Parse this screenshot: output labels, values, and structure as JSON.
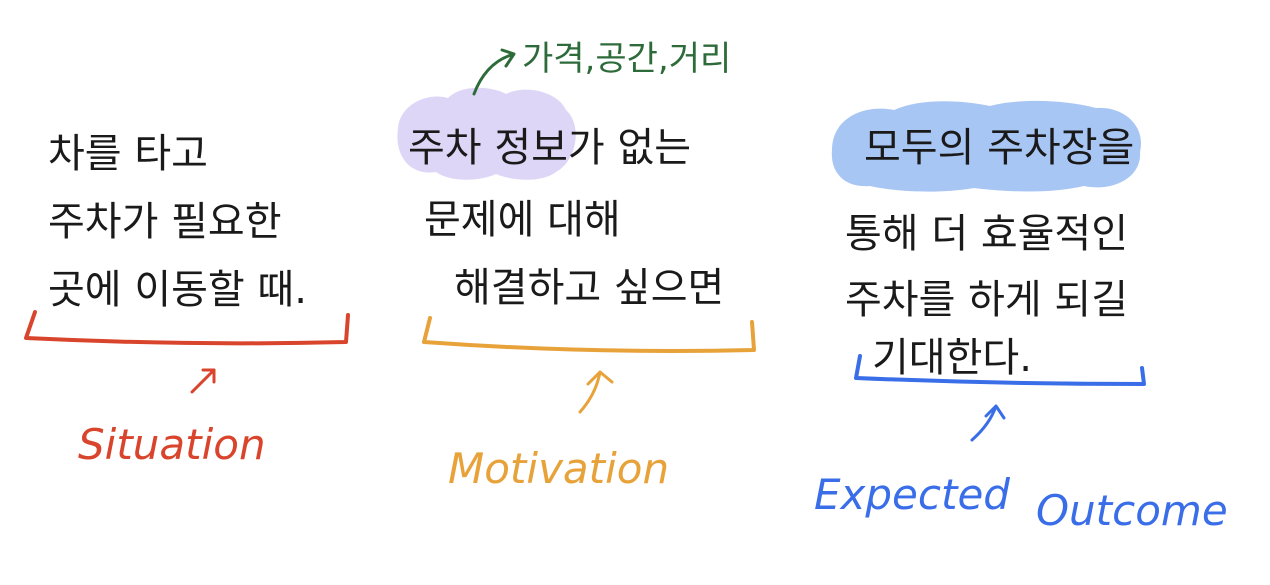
{
  "colors": {
    "text": "#1a1a1a",
    "situation": "#d9452c",
    "motivation": "#e8a23a",
    "outcome": "#3a6ee8",
    "annotation": "#2e6b3a",
    "highlight_purple": "#ddd6f7",
    "highlight_blue": "#a8c6f4"
  },
  "situation": {
    "lines": [
      "차를 타고",
      "주차가 필요한",
      "곳에 이동할 때."
    ],
    "label": "Situation"
  },
  "motivation": {
    "lines": [
      "주차 정보가 없는",
      "문제에 대해",
      "해결하고 싶으면"
    ],
    "label": "Motivation",
    "annotation": "가격,공간,거리"
  },
  "outcome": {
    "lines": [
      "모두의 주차장을",
      "통해 더 효율적인",
      "주차를 하게 되길",
      "기대한다."
    ],
    "label_1": "Expected",
    "label_2": "Outcome"
  }
}
